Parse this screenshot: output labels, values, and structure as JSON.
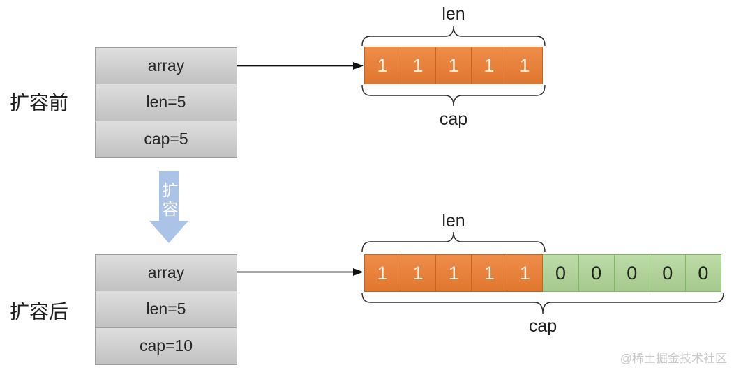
{
  "colors": {
    "orange": "#EC7D31",
    "orange_border": "#C9631D",
    "orange_text": "#FCF3E2",
    "green": "#AED495",
    "green_border": "#7FB85F",
    "green_text": "#1E241A",
    "gray": "#D0D0D0",
    "gray_border": "#9D9D9D",
    "blue": "#ABC3E6",
    "ink": "#1F1F1F",
    "watermark": "#C8C8C8"
  },
  "before": {
    "stage_label": "扩容前",
    "struct": {
      "rows": [
        "array",
        "len=5",
        "cap=5"
      ]
    },
    "array": {
      "cells": [
        "1",
        "1",
        "1",
        "1",
        "1"
      ]
    },
    "len_label": "len",
    "cap_label": "cap"
  },
  "grow": {
    "label": "扩容"
  },
  "after": {
    "stage_label": "扩容后",
    "struct": {
      "rows": [
        "array",
        "len=5",
        "cap=10"
      ]
    },
    "array": {
      "cells": [
        "1",
        "1",
        "1",
        "1",
        "1",
        "0",
        "0",
        "0",
        "0",
        "0"
      ]
    },
    "len_label": "len",
    "cap_label": "cap"
  },
  "watermark": {
    "text": "@稀土掘金技术社区"
  }
}
